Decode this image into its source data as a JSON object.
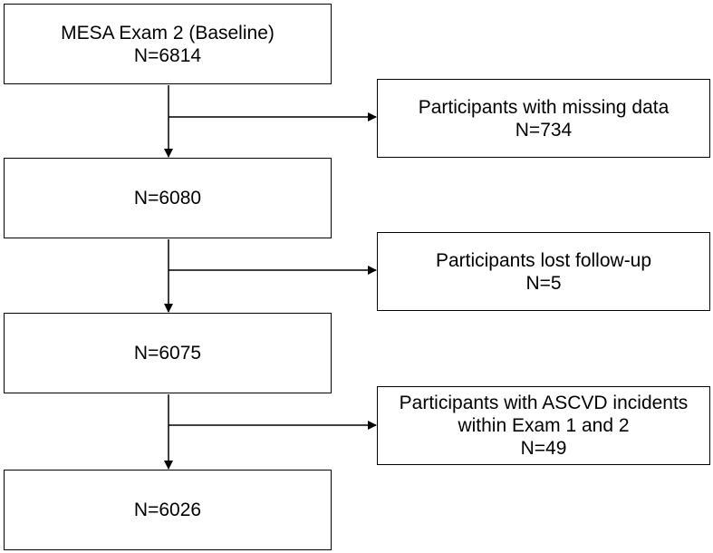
{
  "flow": {
    "main": [
      {
        "title": "MESA Exam 2 (Baseline)",
        "count": "N=6814"
      },
      {
        "count": "N=6080"
      },
      {
        "count": "N=6075"
      },
      {
        "count": "N=6026"
      }
    ],
    "excluded": [
      {
        "lines": [
          "Participants with missing data",
          "N=734"
        ]
      },
      {
        "lines": [
          "Participants lost follow-up",
          "N=5"
        ]
      },
      {
        "lines": [
          "Participants with ASCVD incidents",
          "within Exam 1 and 2",
          "N=49"
        ]
      }
    ]
  }
}
